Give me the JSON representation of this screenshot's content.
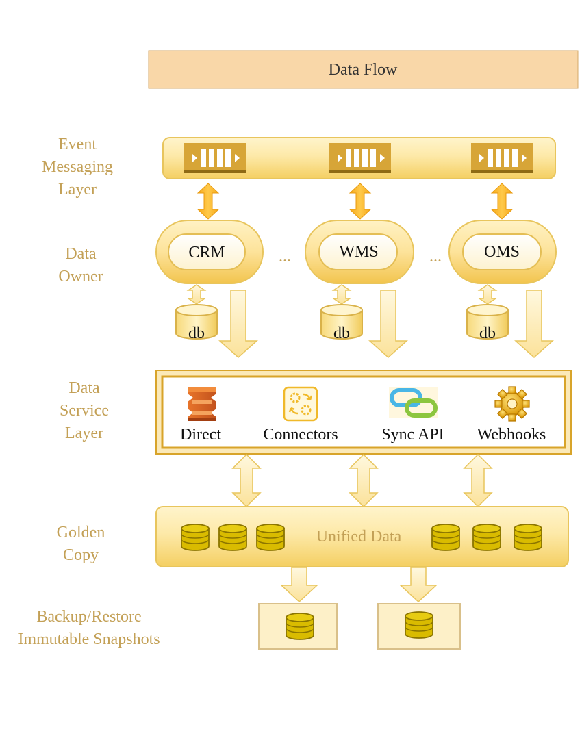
{
  "title": "Data Flow",
  "layers": {
    "event_messaging": "Event\nMessaging\nLayer",
    "data_owner": "Data\nOwner",
    "data_service": "Data\nService\nLayer",
    "golden_copy": "Golden\nCopy",
    "backup": "Backup/Restore\nImmutable Snapshots"
  },
  "queue_icons": [
    "queue-icon",
    "queue-icon",
    "queue-icon"
  ],
  "owners": [
    {
      "name": "CRM",
      "db": "db"
    },
    {
      "name": "WMS",
      "db": "db"
    },
    {
      "name": "OMS",
      "db": "db"
    }
  ],
  "ellipsis": "...",
  "services": [
    {
      "label": "Direct",
      "icon": "stacked-layers-icon"
    },
    {
      "label": "Connectors",
      "icon": "gears-exchange-icon"
    },
    {
      "label": "Sync API",
      "icon": "chain-link-icon"
    },
    {
      "label": "Webhooks",
      "icon": "gear-icon"
    }
  ],
  "golden": {
    "label": "Unified Data"
  },
  "colors": {
    "title_fill": "#f9d7a8",
    "label_gold": "#c3a056",
    "panel_fill": "#fbe7a6",
    "panel_stroke": "#e8c55d",
    "orange_arrow": "#f6a91b",
    "db_fill": "#d9b900"
  }
}
